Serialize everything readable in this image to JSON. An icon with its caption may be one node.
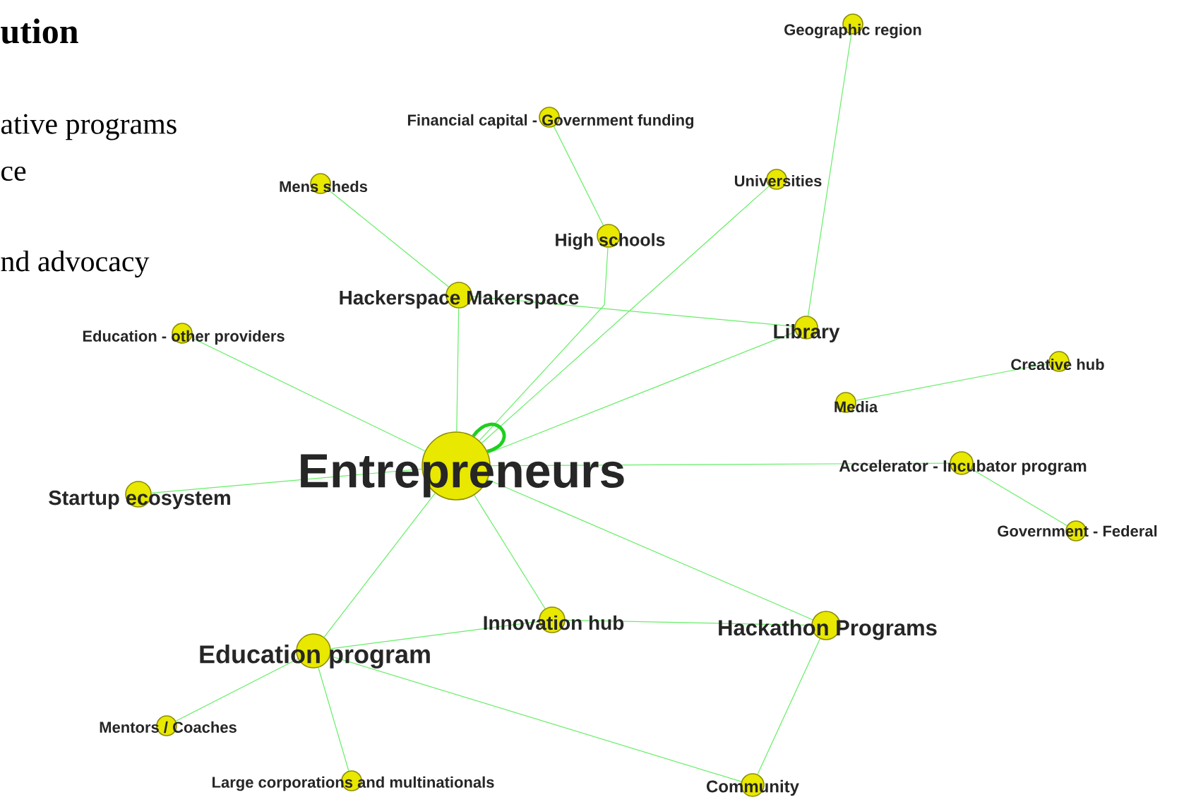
{
  "diagram": {
    "title": "ution",
    "nodes": [
      {
        "text": [
          "Entrepreneurs"
        ]
      },
      {
        "text": [
          "Geographic region"
        ]
      },
      {
        "text": [
          "Financial capital - Government funding"
        ]
      },
      {
        "text": [
          "Mens sheds"
        ]
      },
      {
        "text": [
          "Universities"
        ]
      },
      {
        "text": [
          "High schools"
        ]
      },
      {
        "text": [
          "Hackerspace Makerspace"
        ]
      },
      {
        "text": [
          "Library"
        ]
      },
      {
        "text": [
          "Education - other providers"
        ]
      },
      {
        "text": [
          "Creative hub"
        ]
      },
      {
        "text": [
          "Media"
        ]
      },
      {
        "text": [
          "Startup ecosystem"
        ]
      },
      {
        "text": [
          "Accelerator - Incubator program"
        ]
      },
      {
        "text": [
          "Government - Federal"
        ]
      },
      {
        "text": [
          "Innovation hub"
        ]
      },
      {
        "text": [
          "Hackathon Programs"
        ]
      },
      {
        "text": [
          "Education program"
        ]
      },
      {
        "text": [
          "Mentors / Coaches"
        ]
      },
      {
        "text": [
          "Large corporations and multinationals"
        ]
      },
      {
        "text": [
          "Community"
        ]
      }
    ],
    "edges": [
      {
        "from": 1,
        "to": 7,
        "arrow": "none"
      },
      {
        "from": 2,
        "to": 5,
        "arrow": "none"
      },
      {
        "from": 3,
        "to": 6,
        "arrow": "none"
      },
      {
        "from": 4,
        "to": 0,
        "arrow": "none"
      },
      {
        "from": 5,
        "to": 0,
        "arrow": "none"
      },
      {
        "from": 6,
        "to": 0,
        "arrow": "none"
      },
      {
        "from": 6,
        "to": 7,
        "arrow": "none"
      },
      {
        "from": 7,
        "to": 0,
        "arrow": "none"
      },
      {
        "from": 8,
        "to": 0,
        "arrow": "none"
      },
      {
        "from": 10,
        "to": 9,
        "arrow": "none"
      },
      {
        "from": 11,
        "to": 0,
        "arrow": "none"
      },
      {
        "from": 0,
        "to": 12,
        "arrow": "none"
      },
      {
        "from": 12,
        "to": 13,
        "arrow": "none"
      },
      {
        "from": 0,
        "to": 14,
        "arrow": "none"
      },
      {
        "from": 0,
        "to": 15,
        "arrow": "none"
      },
      {
        "from": 0,
        "to": 16,
        "arrow": "none"
      },
      {
        "from": 14,
        "to": 16,
        "arrow": "none"
      },
      {
        "from": 14,
        "to": 15,
        "arrow": "none"
      },
      {
        "from": 16,
        "to": 17,
        "arrow": "none"
      },
      {
        "from": 16,
        "to": 18,
        "arrow": "none"
      },
      {
        "from": 16,
        "to": 19,
        "arrow": "none"
      },
      {
        "from": 15,
        "to": 19,
        "arrow": "none"
      },
      {
        "from": 0,
        "to": 0,
        "arrow": "none",
        "style": "thick",
        "color": "#1fcf1f"
      }
    ],
    "labels": [
      "ative programs",
      "ce",
      "nd advocacy"
    ]
  }
}
